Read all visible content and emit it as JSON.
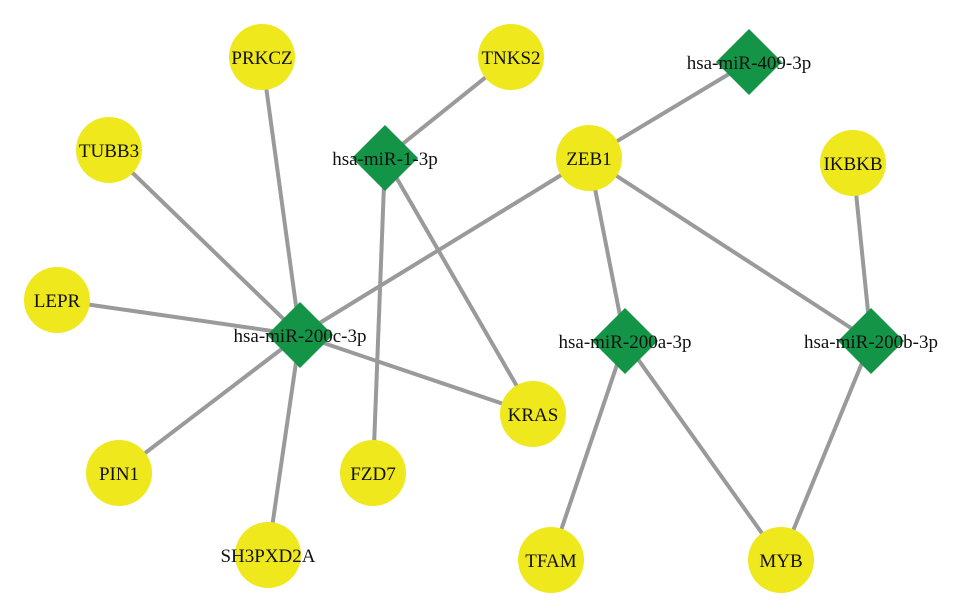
{
  "colors": {
    "gene": "#eee81c",
    "mirna": "#149447",
    "edge": "#9a9a9a"
  },
  "nodes": [
    {
      "id": "PRKCZ",
      "type": "gene"
    },
    {
      "id": "TNKS2",
      "type": "gene"
    },
    {
      "id": "hsa-miR-409-3p",
      "type": "mirna"
    },
    {
      "id": "TUBB3",
      "type": "gene"
    },
    {
      "id": "hsa-miR-1-3p",
      "type": "mirna"
    },
    {
      "id": "ZEB1",
      "type": "gene"
    },
    {
      "id": "IKBKB",
      "type": "gene"
    },
    {
      "id": "LEPR",
      "type": "gene"
    },
    {
      "id": "hsa-miR-200c-3p",
      "type": "mirna"
    },
    {
      "id": "hsa-miR-200a-3p",
      "type": "mirna"
    },
    {
      "id": "hsa-miR-200b-3p",
      "type": "mirna"
    },
    {
      "id": "KRAS",
      "type": "gene"
    },
    {
      "id": "PIN1",
      "type": "gene"
    },
    {
      "id": "FZD7",
      "type": "gene"
    },
    {
      "id": "SH3PXD2A",
      "type": "gene"
    },
    {
      "id": "TFAM",
      "type": "gene"
    },
    {
      "id": "MYB",
      "type": "gene"
    }
  ],
  "edges": [
    [
      "PRKCZ",
      "hsa-miR-200c-3p"
    ],
    [
      "TUBB3",
      "hsa-miR-200c-3p"
    ],
    [
      "LEPR",
      "hsa-miR-200c-3p"
    ],
    [
      "PIN1",
      "hsa-miR-200c-3p"
    ],
    [
      "SH3PXD2A",
      "hsa-miR-200c-3p"
    ],
    [
      "KRAS",
      "hsa-miR-200c-3p"
    ],
    [
      "ZEB1",
      "hsa-miR-200c-3p"
    ],
    [
      "TNKS2",
      "hsa-miR-1-3p"
    ],
    [
      "FZD7",
      "hsa-miR-1-3p"
    ],
    [
      "KRAS",
      "hsa-miR-1-3p"
    ],
    [
      "ZEB1",
      "hsa-miR-409-3p"
    ],
    [
      "ZEB1",
      "hsa-miR-200a-3p"
    ],
    [
      "ZEB1",
      "hsa-miR-200b-3p"
    ],
    [
      "IKBKB",
      "hsa-miR-200b-3p"
    ],
    [
      "TFAM",
      "hsa-miR-200a-3p"
    ],
    [
      "MYB",
      "hsa-miR-200a-3p"
    ],
    [
      "MYB",
      "hsa-miR-200b-3p"
    ]
  ]
}
